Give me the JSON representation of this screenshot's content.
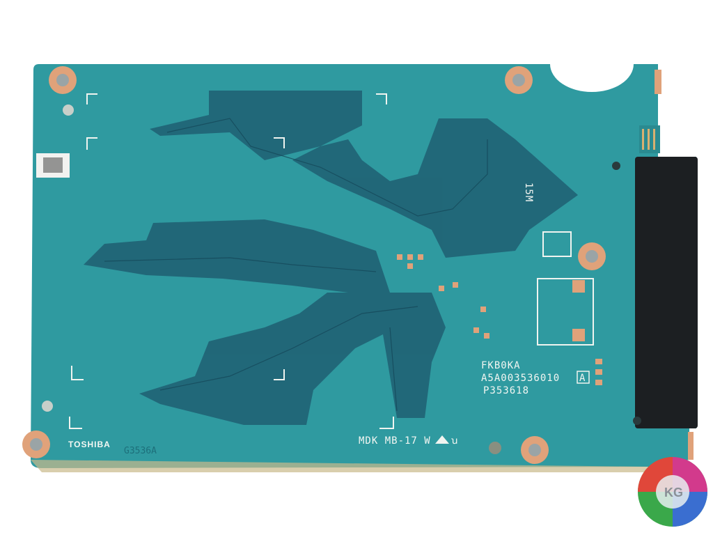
{
  "board": {
    "manufacturer_mark": "TOSHIBA",
    "board_code": "G3536A",
    "part_label_1": "FKB0KA",
    "part_label_2": "A5A003536010",
    "revision_box": "A",
    "part_label_3": "P353618",
    "maker_mark": "MDK MB-17 W",
    "small_mark": "15M"
  },
  "watermark": {
    "text": "KG"
  },
  "colors": {
    "pcb": "#2f9aa0",
    "trace_plane": "#1f5f72",
    "copper_pad": "#e0a27a",
    "connector": "#1c1f22",
    "background": "#ffffff"
  }
}
